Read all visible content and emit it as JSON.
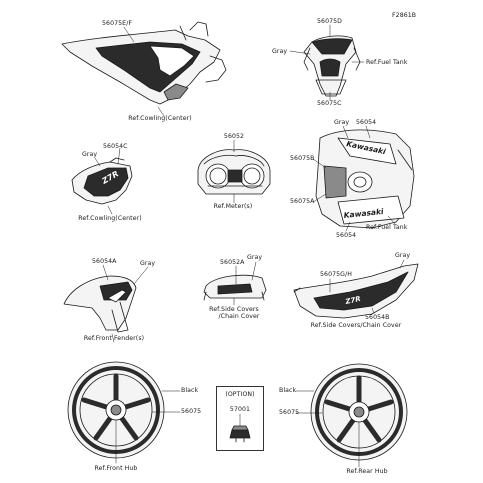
{
  "figure_code": "F2861B",
  "labels": {
    "p56075ef": "56075E/F",
    "cowling_center_top": "Ref.Cowling(Center)",
    "p56075d": "56075D",
    "gray_tank_top": "Gray",
    "fuel_tank_top": "Ref.Fuel Tank",
    "p56075c": "56075C",
    "p56054c": "56054C",
    "gray_cowl_mid": "Gray",
    "cowling_center_mid": "Ref.Cowling(Center)",
    "p56052": "56052",
    "meter": "Ref.Meter(s)",
    "gray_tank_mid": "Gray",
    "p56054_top": "56054",
    "p56075b": "56075B",
    "p56075a": "56075A",
    "fuel_tank_mid": "Ref.Fuel Tank",
    "p56054_bottom": "56054",
    "p56054a": "56054A",
    "gray_fender": "Gray",
    "front_fender": "Ref.Front Fender(s)",
    "gray_chain": "Gray",
    "p56052a": "56052A",
    "side_covers_line1": "Ref.Side Covers",
    "side_covers_line2": "/Chain Cover",
    "p56075gh": "56075G/H",
    "gray_side": "Gray",
    "p56054b": "56054B",
    "side_covers_right": "Ref.Side Covers/Chain Cover",
    "black_front": "Black",
    "p56075_front": "56075",
    "front_hub": "Ref.Front Hub",
    "option_title": "(OPTION)",
    "p57001": "57001",
    "black_rear": "Black",
    "p56075_rear": "56075",
    "rear_hub": "Ref.Rear Hub"
  },
  "icons": {
    "cowling_top": "front-cowling-decal-illustration",
    "fuel_tank_top": "fuel-tank-top-decal-illustration",
    "cowling_side": "side-cowling-decal-illustration",
    "meter": "meter-decal-illustration",
    "fuel_tank_side": "fuel-tank-side-decal-illustration",
    "front_fender": "front-fender-decal-illustration",
    "chain_cover": "chain-cover-decal-illustration",
    "side_cover": "side-cover-decal-illustration",
    "front_wheel": "front-wheel-decal-illustration",
    "option_part": "option-clip-illustration",
    "rear_wheel": "rear-wheel-decal-illustration"
  },
  "colors": {
    "line": "#1a1a1a",
    "fill_dark": "#2b2b2b",
    "fill_mid": "#8a8a8a",
    "fill_light": "#e6e6e6"
  }
}
